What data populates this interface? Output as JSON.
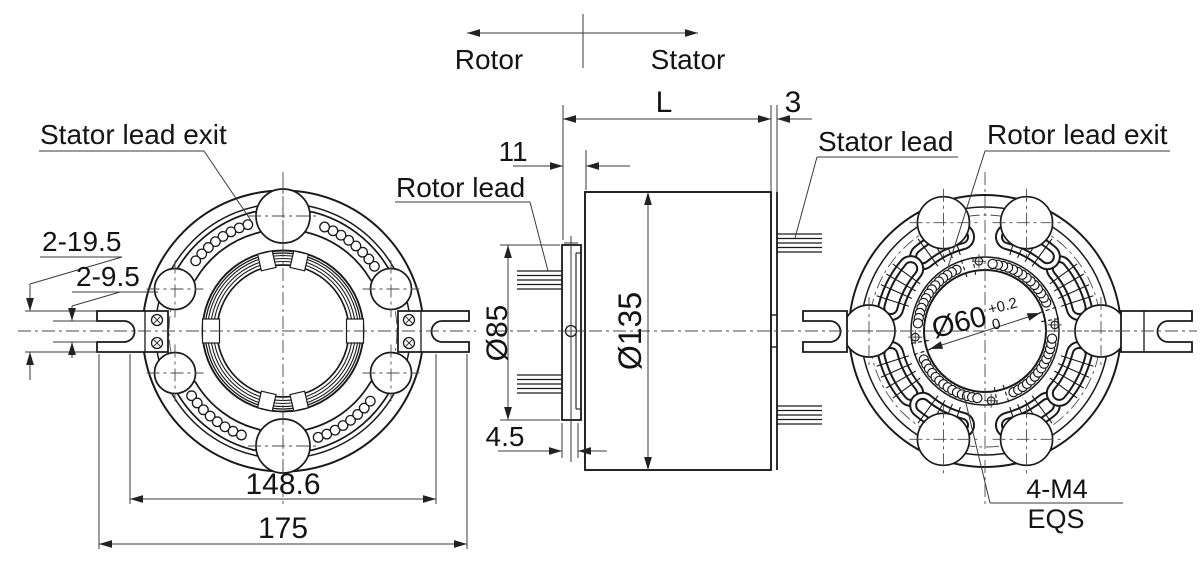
{
  "header": {
    "rotor": "Rotor",
    "stator": "Stator"
  },
  "front_view": {
    "stator_lead_exit": "Stator lead exit",
    "dim_fork_outer": "2-19.5",
    "dim_fork_inner": "2-9.5",
    "dim_span": "148.6",
    "dim_overall": "175"
  },
  "side_view": {
    "rotor_lead": "Rotor lead",
    "stator_lead": "Stator lead",
    "dim_flange_offset": "11",
    "dim_length": "L",
    "dim_end_plate": "3",
    "dim_flange_dia": "Ø85",
    "dim_body_dia": "Ø135",
    "dim_flange_thickness": "4.5"
  },
  "rotor_view": {
    "rotor_lead_exit": "Rotor lead exit",
    "dim_bore": "Ø60",
    "dim_bore_tol_upper": "+0.2",
    "dim_bore_tol_lower": "0",
    "screw_callout_line1": "4-M4",
    "screw_callout_line2": "EQS"
  },
  "colors": {
    "background": "#ffffff",
    "line": "#1a1a1a",
    "dim_line": "#3a3a3a"
  }
}
